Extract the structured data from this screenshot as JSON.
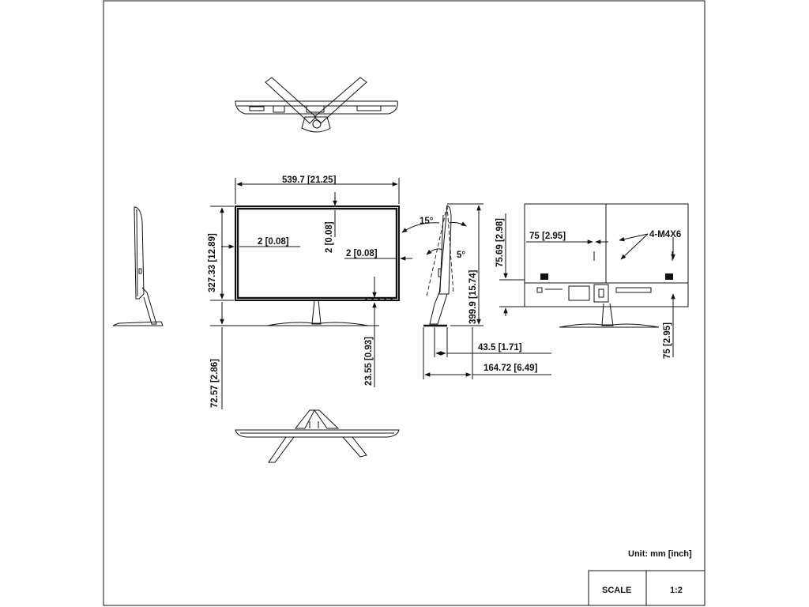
{
  "dimensions": {
    "overall_width": "539.7  [21.25]",
    "left_bezel": "2  [0.08]",
    "top_bezel": "2  [0.08]",
    "right_bezel": "2  [0.08]",
    "panel_height": "327.33  [12.89]",
    "stand_gap": "72.57  [2.86]",
    "bottom_bezel": "23.55  [0.93]",
    "tilt_back": "15°",
    "tilt_forward": "5°",
    "overall_height": "399.9  [15.74]",
    "depth_panel": "43.5  [1.71]",
    "depth_total": "164.72  [6.49]",
    "vesa_height": "75.69  [2.98]",
    "vesa_horizontal": "75  [2.95]",
    "vesa_screws": "4-M4X6",
    "vesa_vertical": "75  [2.95]"
  },
  "notes": {
    "unit": "Unit: mm [inch]"
  },
  "title_block": {
    "scale_label": "SCALE",
    "scale_value": "1:2"
  }
}
